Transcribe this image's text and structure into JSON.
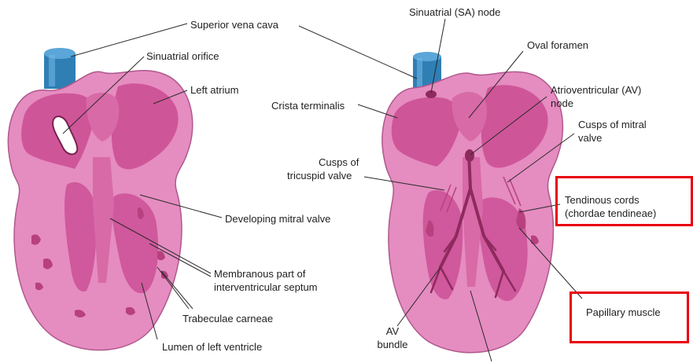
{
  "labels": {
    "superior_vena_cava": "Superior vena cava",
    "sinuatrial_orifice": "Sinuatrial orifice",
    "left_atrium": "Left atrium",
    "developing_mitral_valve": "Developing mitral valve",
    "membranous_line1": "Membranous part of",
    "membranous_line2": "interventricular septum",
    "trabeculae_carneae": "Trabeculae carneae",
    "lumen_left_ventricle": "Lumen of left ventricle",
    "sa_node": "Sinuatrial (SA) node",
    "oval_foramen": "Oval foramen",
    "crista_terminalis": "Crista terminalis",
    "av_node_line1": "Atrioventricular (AV)",
    "av_node_line2": "node",
    "mitral_cusps_line1": "Cusps of mitral",
    "mitral_cusps_line2": "valve",
    "tricuspid_line1": "Cusps of",
    "tricuspid_line2": "tricuspid valve",
    "tendinous_line1": "Tendinous cords",
    "tendinous_line2": "(chordae tendineae)",
    "papillary_muscle": "Papillary muscle",
    "av_bundle_line1": "AV",
    "av_bundle_line2": "bundle"
  },
  "colors": {
    "heart_outer": "#e58cc0",
    "heart_inner": "#cc4f95",
    "heart_dark": "#8e2a5e",
    "vessel": "#2f7fb5",
    "highlight_box": "#e8000b",
    "leader_line": "#2a2a2a"
  }
}
